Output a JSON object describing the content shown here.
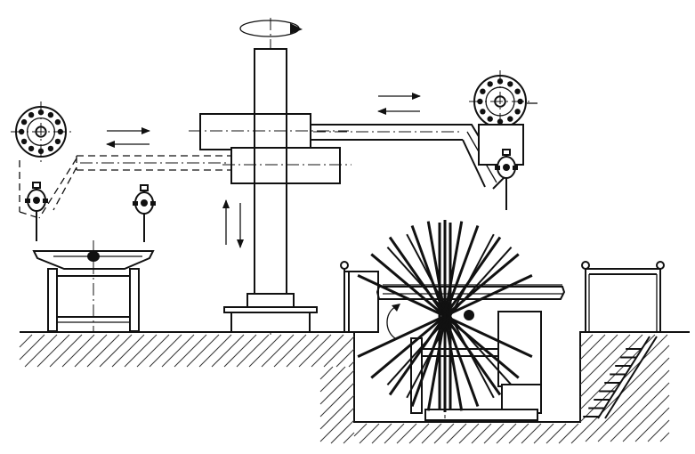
{
  "diagram": {
    "colors": {
      "ink": "#111111",
      "background": "#ffffff"
    },
    "components": [
      "ground",
      "pit",
      "column",
      "horizontal-boom",
      "welding-head",
      "flux-reel",
      "roller-bed",
      "wheel-turning-rollers",
      "guard-railing",
      "stairs"
    ],
    "motion_indicators": [
      "column-rotation",
      "boom-horizontal-travel",
      "carriage-vertical-travel",
      "workpiece-rotation"
    ]
  }
}
